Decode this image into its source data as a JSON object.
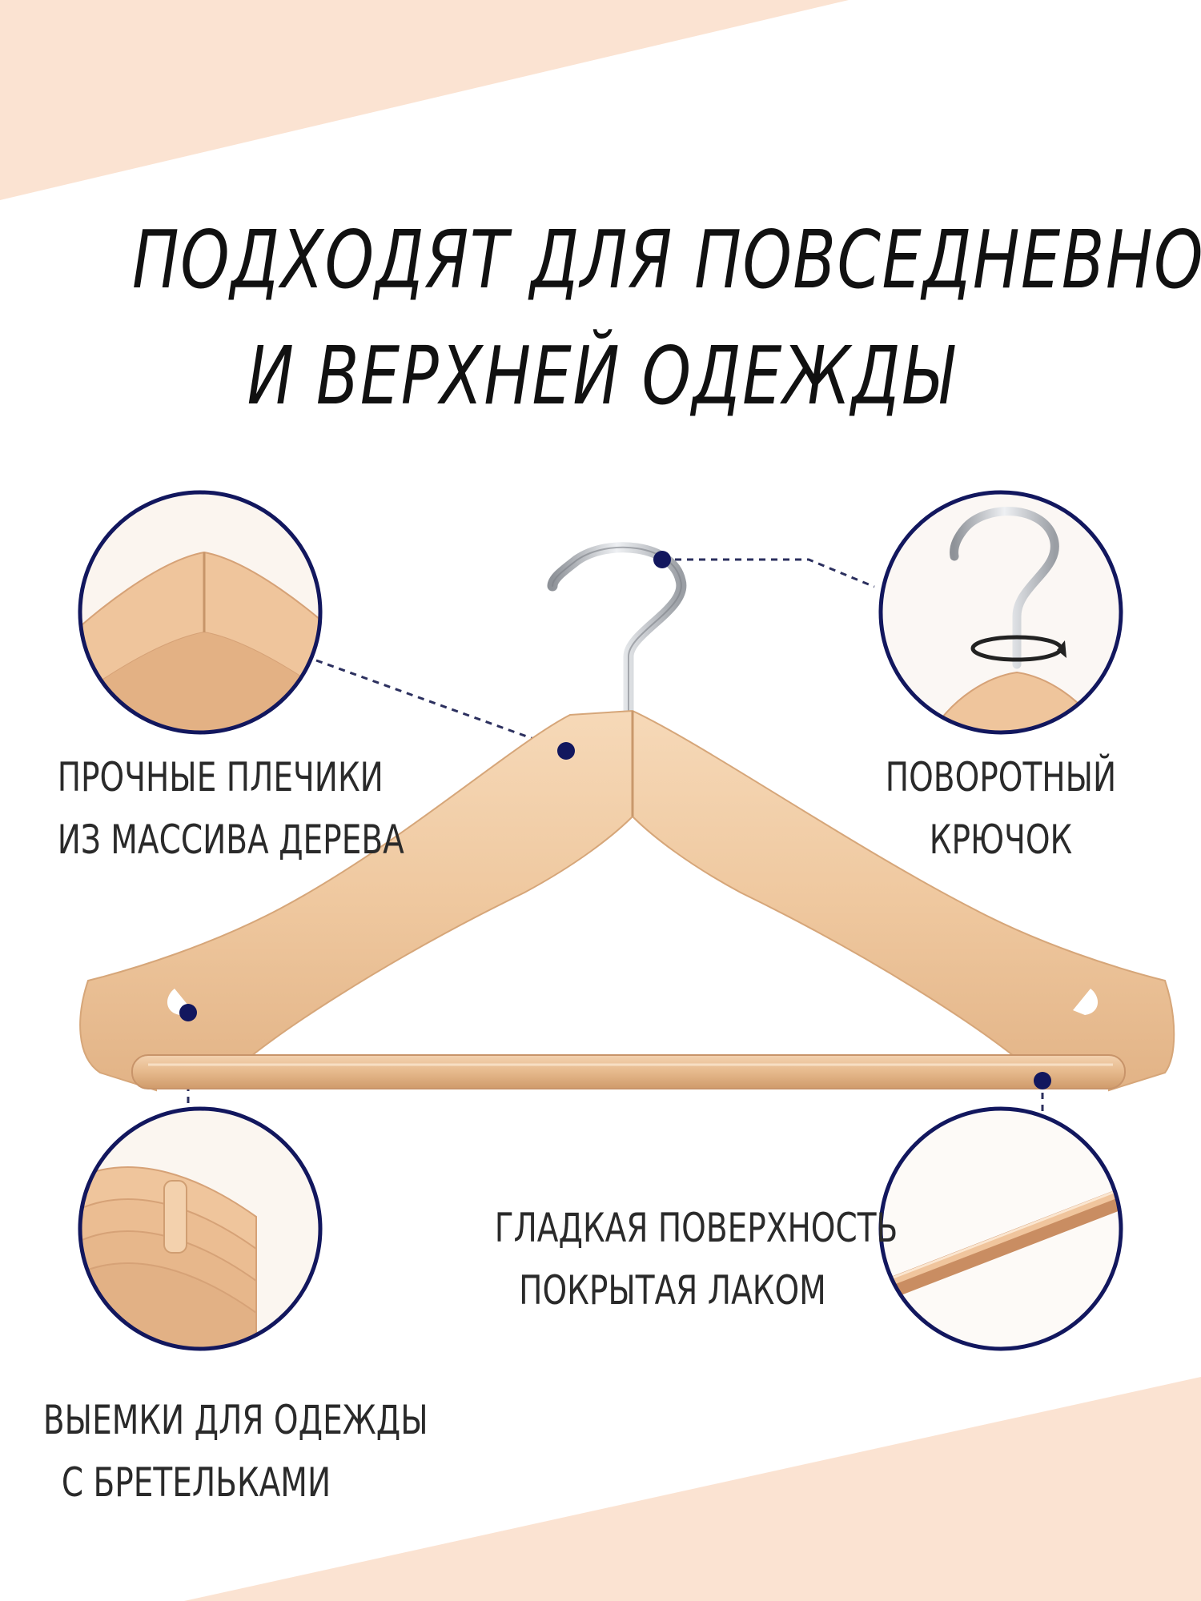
{
  "headline": {
    "line1": "ПОДХОДЯТ ДЛЯ ПОВСЕДНЕВНОЙ",
    "line2": "И ВЕРХНЕЙ ОДЕЖДЫ"
  },
  "features": {
    "shoulders": {
      "line1": "ПРОЧНЫЕ ПЛЕЧИКИ",
      "line2": "ИЗ МАССИВА ДЕРЕВА"
    },
    "hook": {
      "line1": "ПОВОРОТНЫЙ",
      "line2": "КРЮЧОК"
    },
    "notches": {
      "line1": "ВЫЕМКИ ДЛЯ ОДЕЖДЫ",
      "line2": "С БРЕТЕЛЬКАМИ"
    },
    "surface": {
      "line1": "ГЛАДКАЯ ПОВЕРХНОСТЬ",
      "line2": "ПОКРЫТАЯ ЛАКОМ"
    }
  },
  "colors": {
    "accent_peach": "#fbe3d2",
    "marker_navy": "#12175e",
    "wood": "#efc89f",
    "wood_dark": "#d9a877",
    "chrome": "#b9bcc2"
  }
}
